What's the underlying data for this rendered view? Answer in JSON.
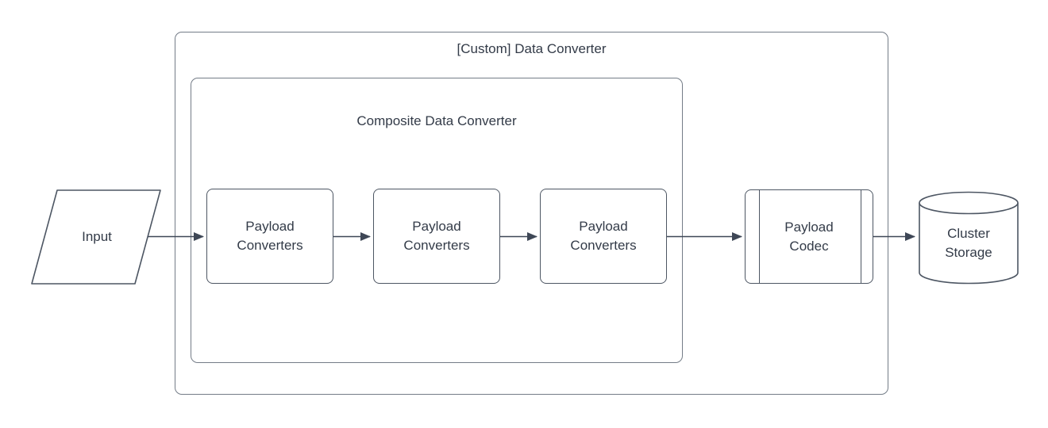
{
  "diagram": {
    "outer_container": {
      "title": "[Custom] Data Converter"
    },
    "inner_container": {
      "title": "Composite Data Converter"
    },
    "input_node": {
      "label": "Input",
      "shape": "parallelogram"
    },
    "converter_nodes": [
      {
        "label": "Payload Converters"
      },
      {
        "label": "Payload Converters"
      },
      {
        "label": "Payload Converters"
      }
    ],
    "codec_node": {
      "label": "Payload Codec",
      "shape": "predefined-process"
    },
    "storage_node": {
      "label": "Cluster Storage",
      "shape": "cylinder"
    },
    "colors": {
      "background": "#ffffff",
      "container_stroke": "#747c87",
      "node_stroke": "#4d5663",
      "arrow": "#3e4756",
      "text": "#333b48"
    }
  }
}
